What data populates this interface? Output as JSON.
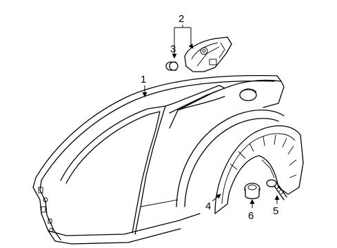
{
  "callouts": {
    "one": "1",
    "two": "2",
    "three": "3",
    "four": "4",
    "five": "5",
    "six": "6"
  }
}
